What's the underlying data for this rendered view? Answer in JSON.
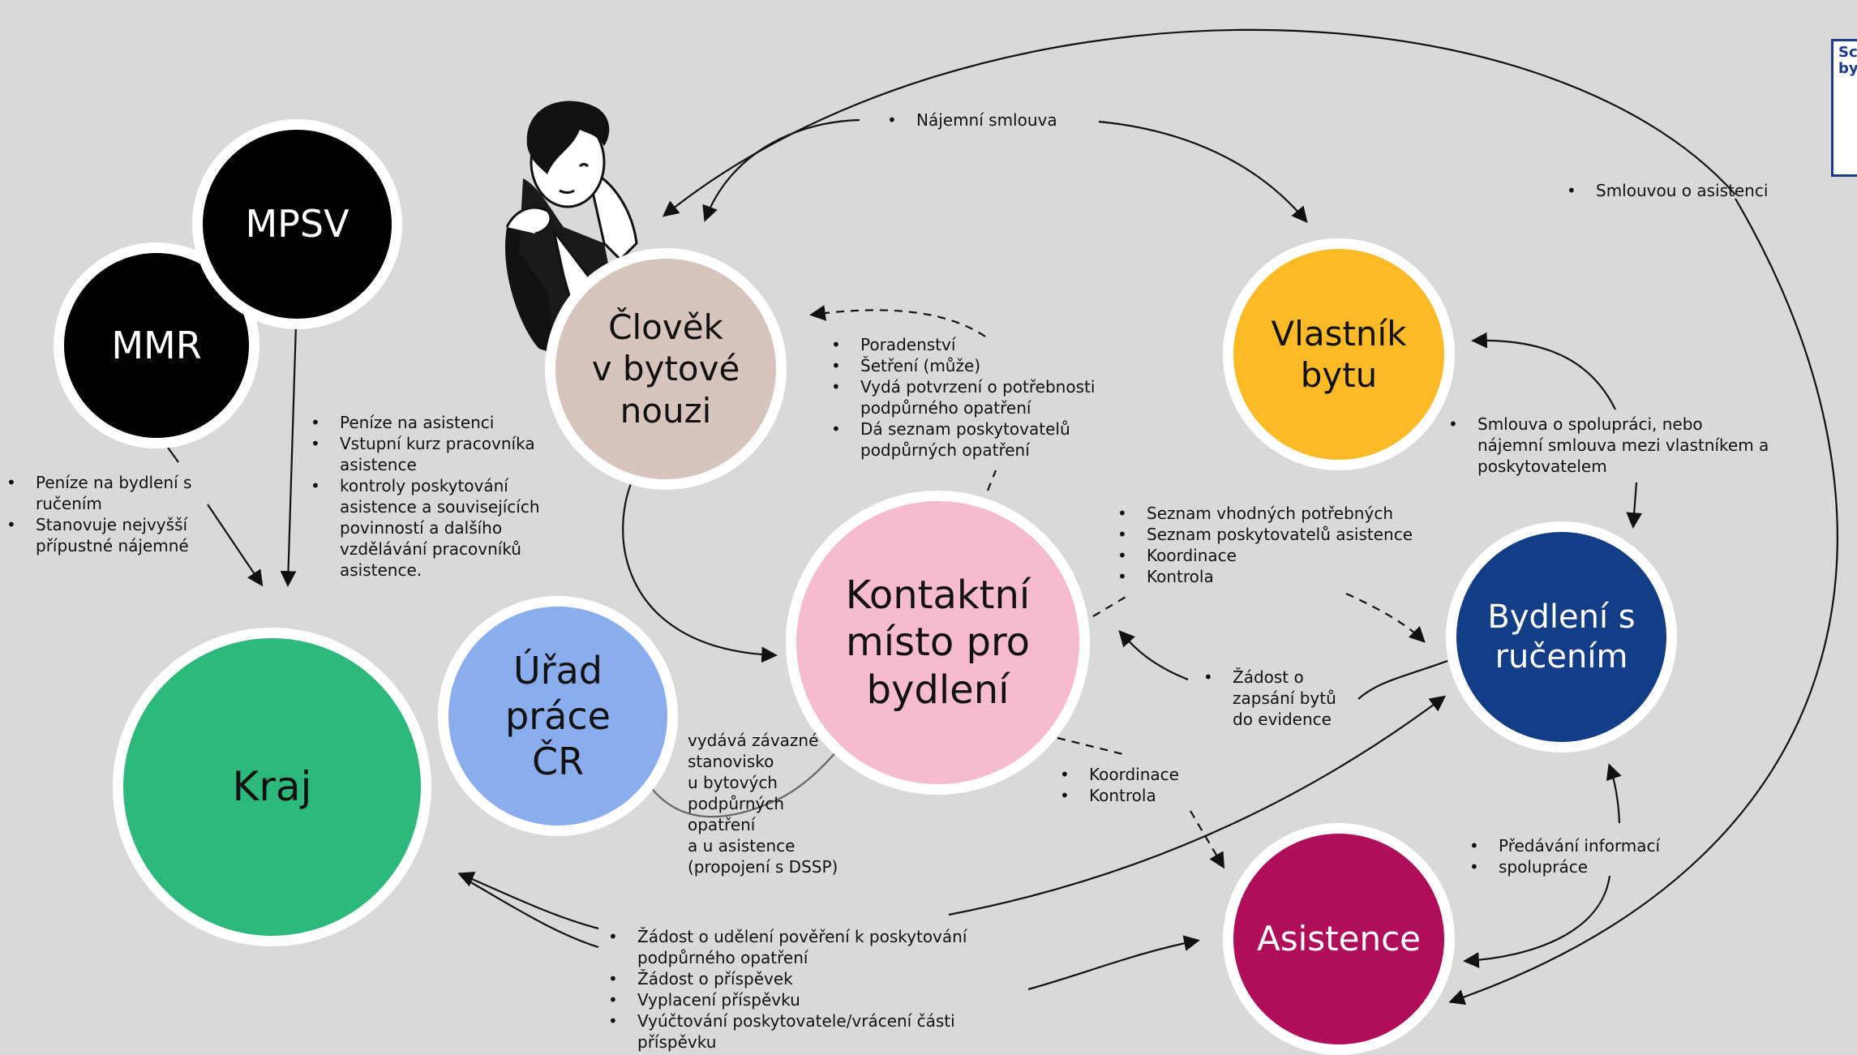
{
  "colors": {
    "mmr": "#000000",
    "mpsv": "#000000",
    "clovek": "#d7c4bd",
    "vlastnik": "#fbba26",
    "kontaktni": "#f6bbd1",
    "urad": "#89aded",
    "kraj": "#2db87c",
    "bydleni": "#143d87",
    "asistence": "#b00d5a"
  },
  "nodes": {
    "mmr": "MMR",
    "mpsv": "MPSV",
    "clovek": "Člověk\nv bytové\nnouzi",
    "vlastnik": "Vlastník\nbytu",
    "kontaktni": "Kontaktní\nmísto pro\nbydlení",
    "urad": "Úřad\npráce\nČR",
    "kraj": "Kraj",
    "bydleni": "Bydlení s\nručením",
    "asistence": "Asistence"
  },
  "corner_text": "Sc\nby",
  "notes": {
    "mmr_kraj": [
      "Peníze na bydlení s ručením",
      "Stanovuje nejvyšší přípustné nájemné"
    ],
    "mpsv_kraj": [
      "Peníze na asistenci",
      "Vstupní kurz pracovníka asistence",
      "kontroly poskytování asistence a souvisejících povinností a dalšího vzdělávání pracovníků asistence."
    ],
    "najemni": [
      "Nájemní smlouva"
    ],
    "asistence_smlouva": [
      "Smlouvou o asistenci"
    ],
    "poradenstvi": [
      "Poradenství",
      "Šetření (může)",
      "Vydá potvrzení o potřebnosti podpůrného opatření",
      "Dá seznam poskytovatelů podpůrných opatření"
    ],
    "spoluprace_smlouva": [
      "Smlouva o spolupráci, nebo nájemní smlouva mezi vlastníkem a poskytovatelem"
    ],
    "seznam": [
      "Seznam vhodných potřebných",
      "Seznam poskytovatelů asistence",
      "Koordinace",
      "Kontrola"
    ],
    "zadost_byty": [
      "Žádost o zapsání bytů do evidence"
    ],
    "koordinace": [
      "Koordinace",
      "Kontrola"
    ],
    "predavani": [
      "Předávání informací",
      "spolupráce"
    ],
    "kraj_zadosti": [
      "Žádost o udělení pověření k poskytování podpůrného opatření",
      "Žádost o příspěvek",
      "Vyplacení příspěvku",
      "Vyúčtování poskytovatele/vrácení části příspěvku"
    ]
  },
  "urad_text": "vydává závazné\nstanovisko\nu bytových\npodpůrných\nopatření\na u asistence\n(propojení s DSSP)"
}
